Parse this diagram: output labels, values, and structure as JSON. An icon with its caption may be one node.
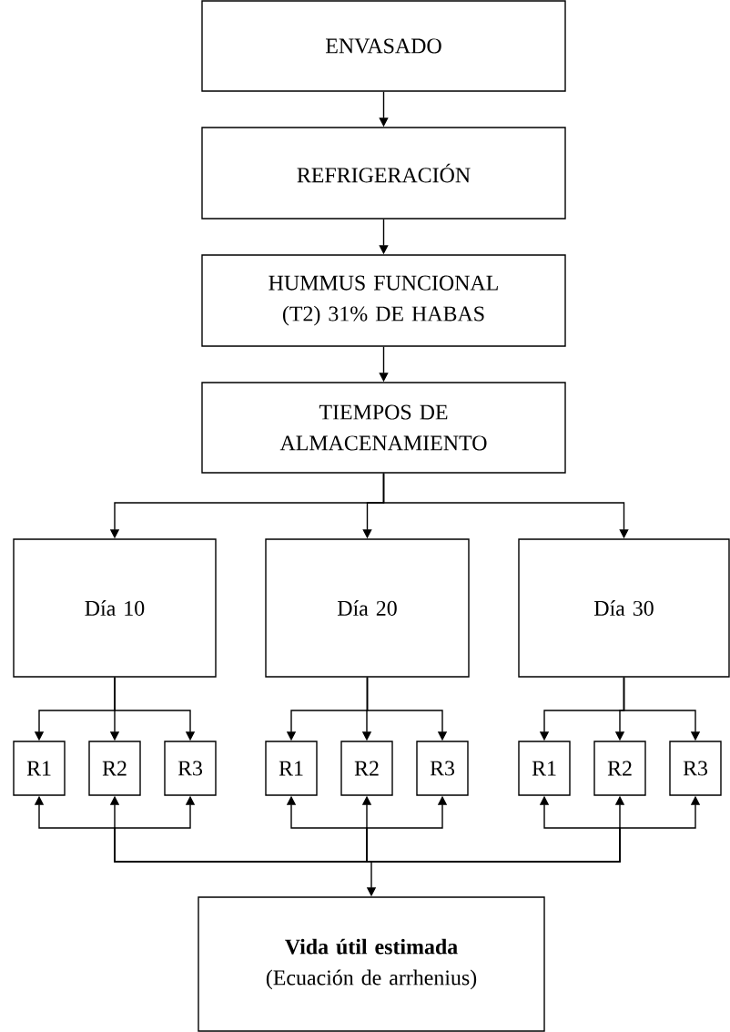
{
  "diagram": {
    "nodes": [
      {
        "text": [
          "ENVASADO"
        ]
      },
      {
        "text": [
          "REFRIGERACIÓN"
        ]
      },
      {
        "text": [
          "HUMMUS FUNCIONAL (T2) 31% DE HABAS"
        ]
      },
      {
        "text": [
          "TIEMPOS DE ALMACENAMIENTO"
        ]
      },
      {
        "text": [
          "Día 10"
        ]
      },
      {
        "text": [
          "Día 20"
        ]
      },
      {
        "text": [
          "Día 30"
        ]
      },
      {
        "text": [
          "R1"
        ]
      },
      {
        "text": [
          "R2"
        ]
      },
      {
        "text": [
          "R3"
        ]
      },
      {
        "text": [
          "R1"
        ]
      },
      {
        "text": [
          "R2"
        ]
      },
      {
        "text": [
          "R3"
        ]
      },
      {
        "text": [
          "R1"
        ]
      },
      {
        "text": [
          "R2"
        ]
      },
      {
        "text": [
          "R3"
        ]
      },
      {
        "text": [
          "Vida útil estimada",
          "(Ecuación de arrhenius)"
        ]
      }
    ],
    "edges": [
      {
        "from": 0,
        "to": 1,
        "arrow": "to"
      },
      {
        "from": 1,
        "to": 2,
        "arrow": "to"
      },
      {
        "from": 2,
        "to": 3,
        "arrow": "to"
      },
      {
        "from": 3,
        "to": 4,
        "arrow": "to"
      },
      {
        "from": 3,
        "to": 5,
        "arrow": "to"
      },
      {
        "from": 3,
        "to": 6,
        "arrow": "to"
      },
      {
        "from": 4,
        "to": 7,
        "arrow": "to"
      },
      {
        "from": 4,
        "to": 8,
        "arrow": "to"
      },
      {
        "from": 4,
        "to": 9,
        "arrow": "to"
      },
      {
        "from": 5,
        "to": 10,
        "arrow": "to"
      },
      {
        "from": 5,
        "to": 11,
        "arrow": "to"
      },
      {
        "from": 5,
        "to": 12,
        "arrow": "to"
      },
      {
        "from": 6,
        "to": 13,
        "arrow": "to"
      },
      {
        "from": 6,
        "to": 14,
        "arrow": "to"
      },
      {
        "from": 6,
        "to": 15,
        "arrow": "to"
      },
      {
        "from": 7,
        "to": 16,
        "arrow": "both"
      },
      {
        "from": 8,
        "to": 16,
        "arrow": "both"
      },
      {
        "from": 9,
        "to": 16,
        "arrow": "both"
      },
      {
        "from": 10,
        "to": 16,
        "arrow": "both"
      },
      {
        "from": 11,
        "to": 16,
        "arrow": "both"
      },
      {
        "from": 12,
        "to": 16,
        "arrow": "both"
      },
      {
        "from": 13,
        "to": 16,
        "arrow": "both"
      },
      {
        "from": 14,
        "to": 16,
        "arrow": "both"
      },
      {
        "from": 15,
        "to": 16,
        "arrow": "both"
      }
    ]
  }
}
